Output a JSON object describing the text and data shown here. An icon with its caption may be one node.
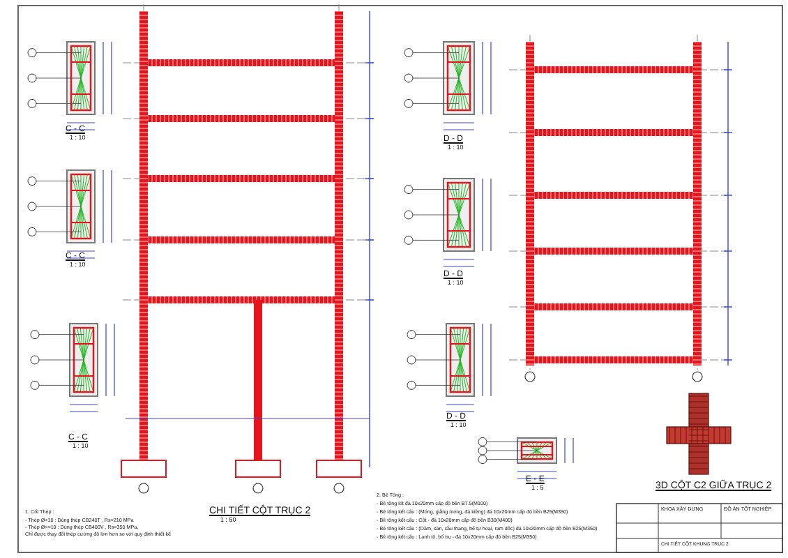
{
  "diagram": {
    "labels": [
      "C - C",
      "1 : 10",
      "C - C",
      "1 : 10",
      "C - C",
      "1 : 10",
      "D - D",
      "1 : 10",
      "D - D",
      "1 : 10",
      "D - D",
      "1 : 10",
      "E - E",
      "1 : 5",
      "3D CỘT C2 GIỮA TRỤC 2",
      "CHI TIẾT CỘT TRỤC 2",
      "1 : 50",
      "1. Cốt Thép :",
      "- Thép Ø<10 : Dùng thép CB240T , Rs=210 MPa",
      "- Thép Ø>=10 : Dùng thép CB400V , Rs=350 MPa,",
      "Chỉ được thay đổi thép cường độ lớn hơn so với quy định thiết kế",
      "2. Bê Tông :",
      "- Bê tông lót đá 10x20mm cấp độ bền B7.5(M100)",
      "- Bê tông kết cấu : (Móng, giằng móng, đà kiềng) đá 10x20mm cấp độ bền B25(M350)",
      "- Bê tông kết cấu : Cột - đá 10x20mm cấp độ bền B30(M400)",
      "- Bê tông kết cấu : (Dầm, sàn, cầu thang, bể tự hoại, ram dốc) đá 10x20mm cấp độ bền B25(M350)",
      "- Bê tông kết cấu : Lanh tô, bổ trụ - đá 10x20mm cấp độ bền B25(M350)",
      "KHOA XÂY DỰNG",
      "ĐỒ ÁN TỐT NGHIỆP",
      "CHI TIẾT CỘT KHUNG TRỤC 2"
    ]
  }
}
